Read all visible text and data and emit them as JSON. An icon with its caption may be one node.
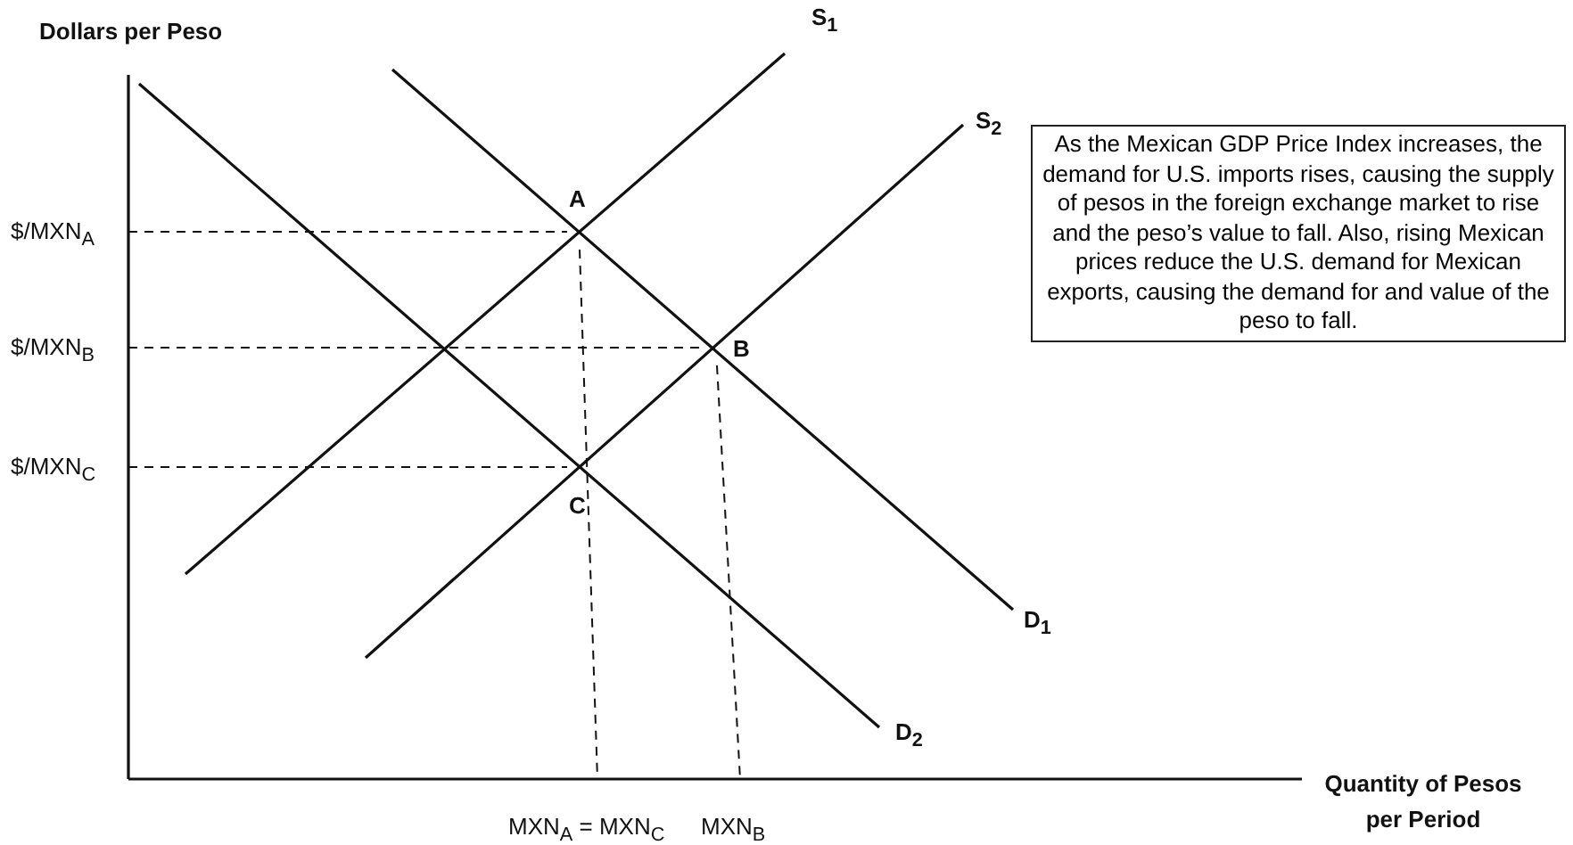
{
  "diagram": {
    "nodes": [
      {
        "text": [
          "As the Mexican GDP Price Index increases, the demand for U.S. imports rises, causing the supply of pesos in the foreign exchange market to rise and the peso’s value to fall. Also, rising Mexican prices reduce the U.S. demand for Mexican exports, causing the demand for and value of the peso to fall."
        ]
      }
    ],
    "labels": [
      "Dollars per Peso",
      "S$_{1}$",
      "S$_{2}$",
      "A",
      "$/MXN$_{A}$",
      "B",
      "$/MXN$_{B}$",
      "C",
      "$/MXN$_{C}$",
      "D$_{1}$",
      "D$_{2}$",
      "Quantity of Pesos per Period",
      "MXN$_{A}$ = MXN$_{C}$",
      "MXN$_{B}$"
    ]
  }
}
